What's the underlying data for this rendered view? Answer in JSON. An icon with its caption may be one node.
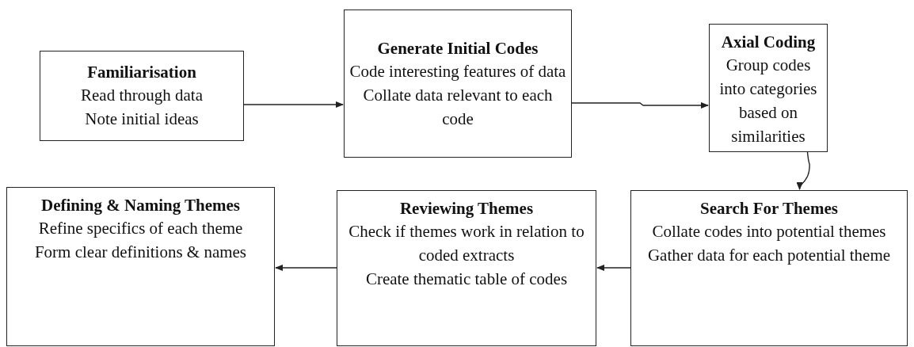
{
  "diagram": {
    "nodes": [
      {
        "text": [
          "Familiarisation",
          "Read through data",
          "Note initial ideas"
        ]
      },
      {
        "text": [
          "Generate Initial Codes",
          "Code interesting features of data",
          "Collate data relevant to each code"
        ]
      },
      {
        "text": [
          "Axial Coding",
          "Group codes into categories based on similarities"
        ]
      },
      {
        "text": [
          "Search For Themes",
          "Collate codes into potential themes",
          "Gather data for each potential theme"
        ]
      },
      {
        "text": [
          "Reviewing Themes",
          "Check if themes work in relation to coded extracts",
          "Create thematic table of codes"
        ]
      },
      {
        "text": [
          "Defining & Naming Themes",
          "Refine specifics of each theme",
          "Form clear definitions & names"
        ]
      }
    ],
    "edges": [
      {
        "from": 0,
        "to": 1,
        "arrow": "to"
      },
      {
        "from": 1,
        "to": 2,
        "arrow": "to"
      },
      {
        "from": 2,
        "to": 3,
        "arrow": "to"
      },
      {
        "from": 3,
        "to": 4,
        "arrow": "to"
      },
      {
        "from": 4,
        "to": 5,
        "arrow": "to"
      }
    ]
  }
}
